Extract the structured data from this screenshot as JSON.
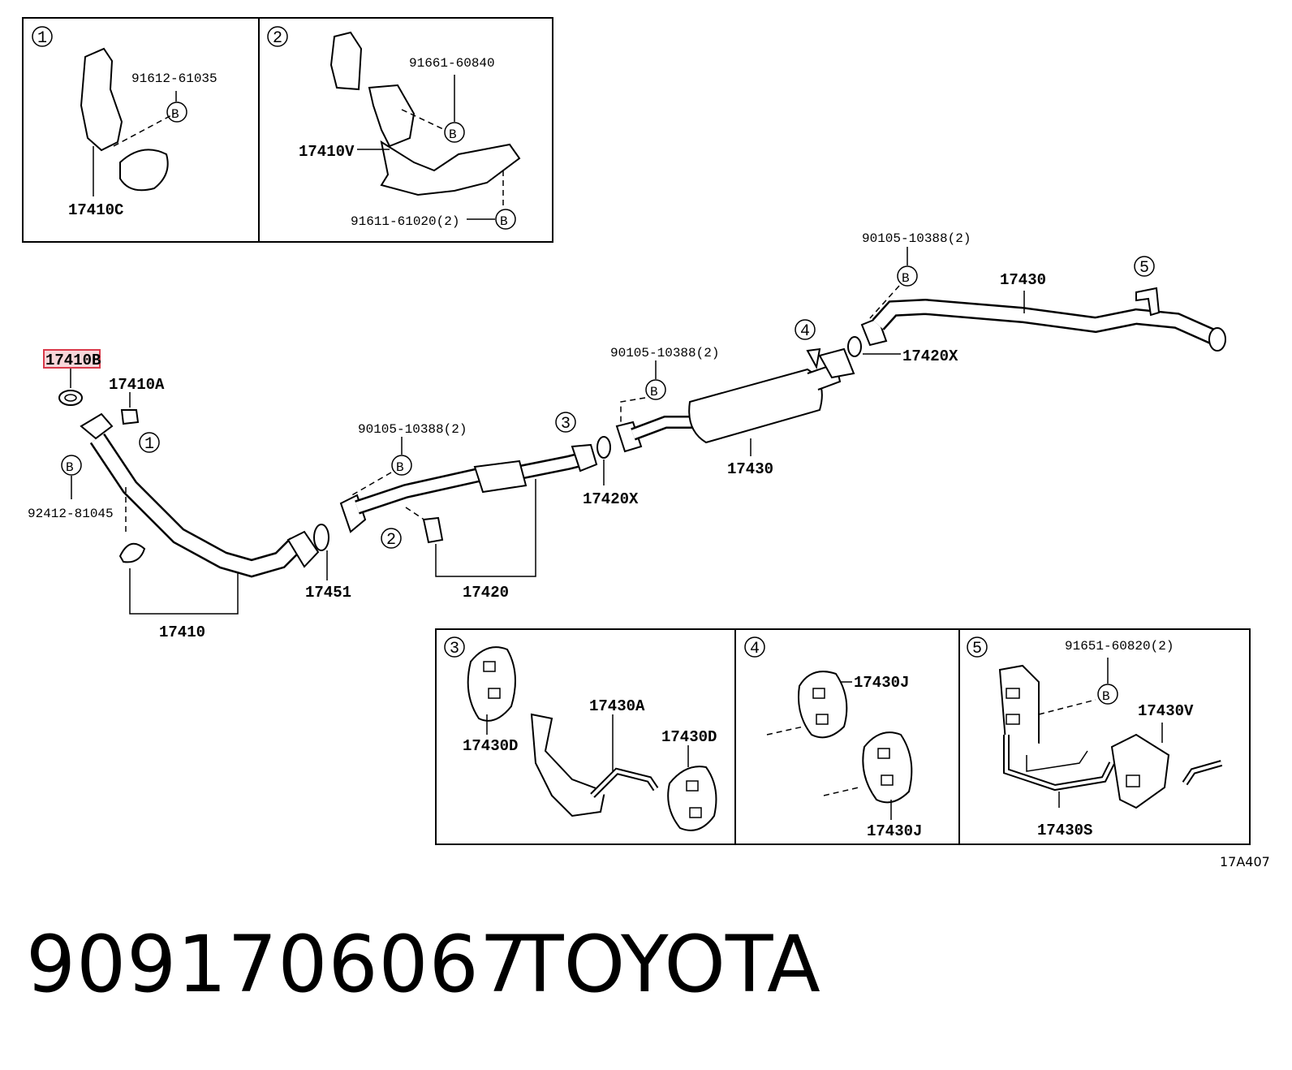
{
  "colors": {
    "highlight": "#d9394a",
    "ink": "#000000"
  },
  "inset1": {
    "index": "1",
    "labels": {
      "bolt": "91612-61035",
      "bracket": "17410C"
    },
    "ref": "B"
  },
  "inset2": {
    "index": "2",
    "labels": {
      "bolt_top": "91661-60840",
      "bracket": "17410V",
      "bolt_bottom": "91611-61020(2)"
    },
    "ref": "B"
  },
  "main": {
    "gasket_highlighted": "17410B",
    "nut": "17410A",
    "bolt_left": "92412-81045",
    "front_pipe": "17410",
    "gasket_mid": "17451",
    "bolts_center": "90105-10388(2)",
    "center_pipe": "17420",
    "gasket_center": "17420X",
    "bolts_muffler": "90105-10388(2)",
    "muffler": "17430",
    "bolts_tail": "90105-10388(2)",
    "tail_pipe": "17430",
    "gasket_tail": "17420X",
    "callouts": [
      "1",
      "2",
      "3",
      "4",
      "5"
    ],
    "ref": "B"
  },
  "inset3": {
    "index": "3",
    "labels": {
      "hanger_left": "17430D",
      "bracket": "17430A",
      "hanger_right": "17430D"
    }
  },
  "inset4": {
    "index": "4",
    "labels": {
      "hanger_top": "17430J",
      "hanger_bottom": "17430J"
    }
  },
  "inset5": {
    "index": "5",
    "labels": {
      "bolt": "91651-60820(2)",
      "hanger": "17430V",
      "bracket": "17430S"
    },
    "ref": "B"
  },
  "ref_code": "17A407",
  "footer": {
    "part_number": "9091706067",
    "brand": "TOYOTA"
  }
}
